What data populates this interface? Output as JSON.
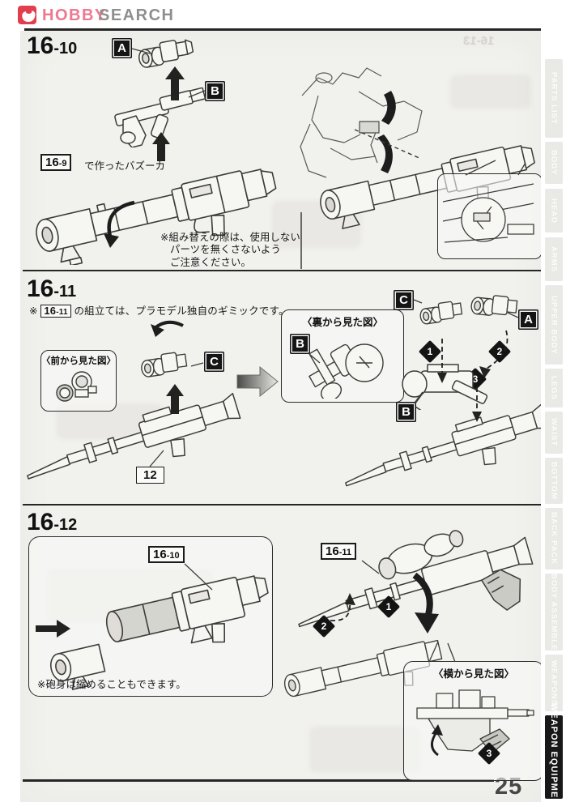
{
  "header": {
    "brand_hobby": "HOBBY",
    "brand_search": "SEARCH",
    "logo_icon": "hobby-search-flame-mark",
    "brand_color": "#ee7890",
    "brand_secondary_color": "#8f8f8f"
  },
  "sidebar": {
    "tabs": [
      {
        "label": "PARTS LIST",
        "active": false
      },
      {
        "label": "BODY",
        "active": false
      },
      {
        "label": "HEAD",
        "active": false
      },
      {
        "label": "ARMS",
        "active": false
      },
      {
        "label": "UPPER BODY",
        "active": false
      },
      {
        "label": "LEGS",
        "active": false
      },
      {
        "label": "WAIST",
        "active": false
      },
      {
        "label": "BOTTOM",
        "active": false
      },
      {
        "label": "BACK PACK",
        "active": false
      },
      {
        "label": "BODY ASSEMBLE",
        "active": false
      },
      {
        "label": "WEAPONS",
        "active": false
      },
      {
        "label": "WEAPON EQUIPMENT",
        "active": true
      }
    ],
    "active_tab": "WEAPON EQUIPMENT",
    "active_bg": "#181818",
    "inactive_bg": "#e9e9e6"
  },
  "sections": {
    "s10": {
      "title_big": "16",
      "title_sub": "-10",
      "tag_a": "A",
      "tag_b": "B",
      "ref_big": "16",
      "ref_sub": "-9",
      "ref_caption": "で作ったバズーカ",
      "note_1": "※組み替えの際は、使用しない",
      "note_2": "パーツを無くさないよう",
      "note_3": "ご注意ください。"
    },
    "s11": {
      "title_big": "16",
      "title_sub": "-11",
      "note_mark": "※",
      "note_ref_big": "16",
      "note_ref_sub": "-11",
      "note_text": "の組立ては、プラモデル独自のギミックです。",
      "front_view": "〈前から見た図〉",
      "back_view": "〈裏から見た図〉",
      "tag_a": "A",
      "tag_b": "B",
      "tag_c": "C",
      "part_no": "12",
      "step_1": "1",
      "step_2": "2",
      "step_3": "3"
    },
    "s12": {
      "title_big": "16",
      "title_sub": "-12",
      "ref1_big": "16",
      "ref1_sub": "-10",
      "ref2_big": "16",
      "ref2_sub": "-11",
      "note": "※砲身は縮めることもできます。",
      "side_view": "〈横から見た図〉",
      "step_1": "1",
      "step_2": "2",
      "step_3": "3"
    }
  },
  "page": {
    "number": "25",
    "bleed_ref": "16-13"
  }
}
